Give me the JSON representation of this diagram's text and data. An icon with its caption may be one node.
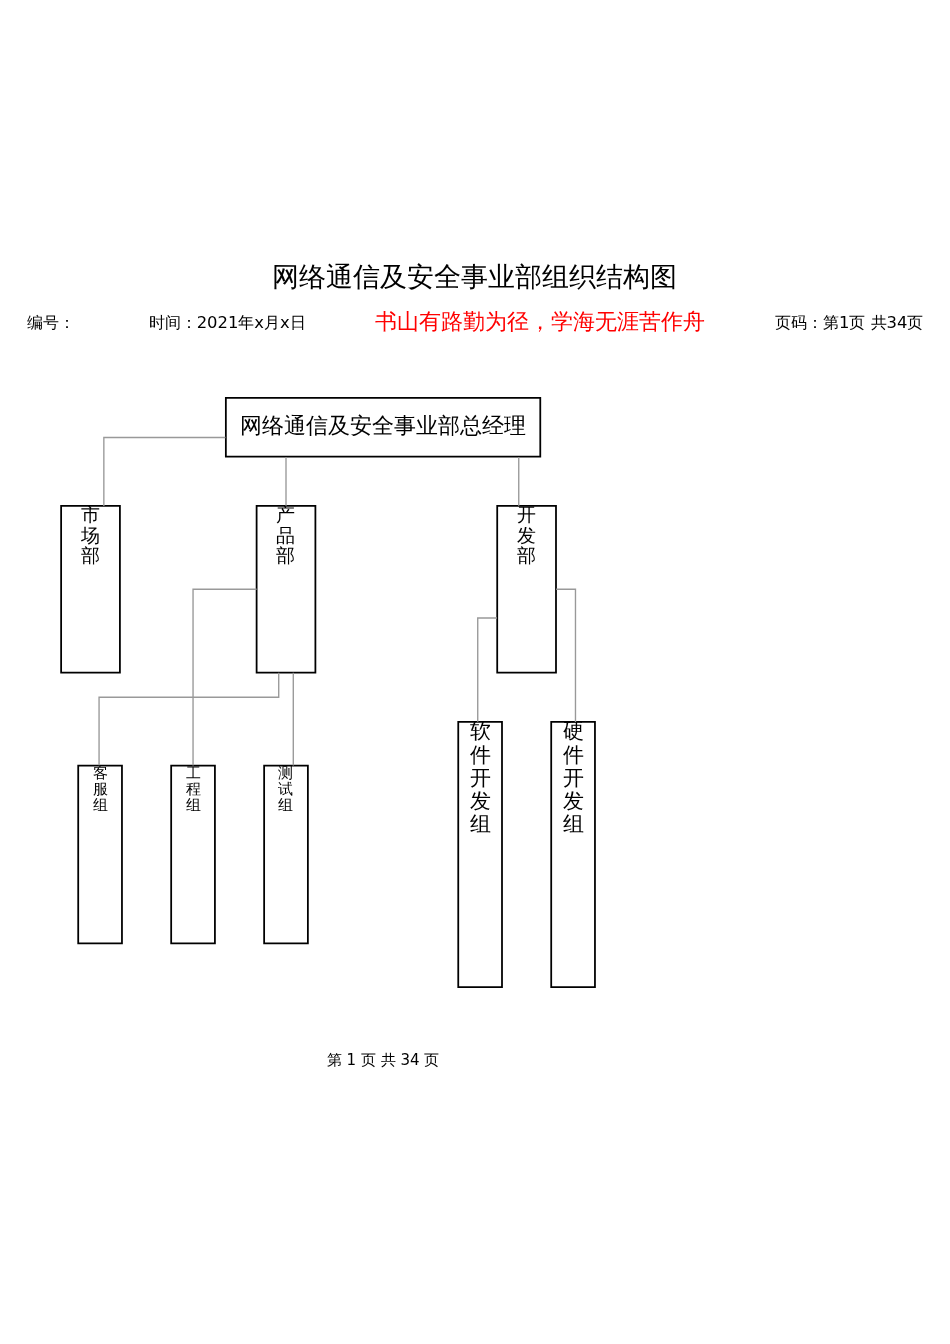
{
  "diagram": {
    "title": "网络通信及安全事业部组织结构图",
    "nodes": [
      {
        "text": [
          "网络通信及安全事业部总经理"
        ]
      },
      {
        "text": [
          "市场部"
        ]
      },
      {
        "text": [
          "产品部"
        ]
      },
      {
        "text": [
          "开发部"
        ]
      },
      {
        "text": [
          "客服组"
        ]
      },
      {
        "text": [
          "工程组"
        ]
      },
      {
        "text": [
          "测试组"
        ]
      },
      {
        "text": [
          "软件开发组"
        ]
      },
      {
        "text": [
          "硬件开发组"
        ]
      }
    ],
    "edges": [
      {
        "from": 0,
        "to": 1,
        "arrow": "none"
      },
      {
        "from": 0,
        "to": 2,
        "arrow": "none"
      },
      {
        "from": 0,
        "to": 3,
        "arrow": "none"
      },
      {
        "from": 2,
        "to": 4,
        "arrow": "none"
      },
      {
        "from": 2,
        "to": 5,
        "arrow": "none"
      },
      {
        "from": 2,
        "to": 6,
        "arrow": "none"
      },
      {
        "from": 3,
        "to": 7,
        "arrow": "none"
      },
      {
        "from": 3,
        "to": 8,
        "arrow": "none"
      }
    ],
    "labels": [
      "编号：",
      "时间：2021年x月x日",
      "书山有路勤为径，学海无涯苦作舟",
      "页码：第1页 共34页",
      "第 1 页 共 34 页"
    ]
  }
}
